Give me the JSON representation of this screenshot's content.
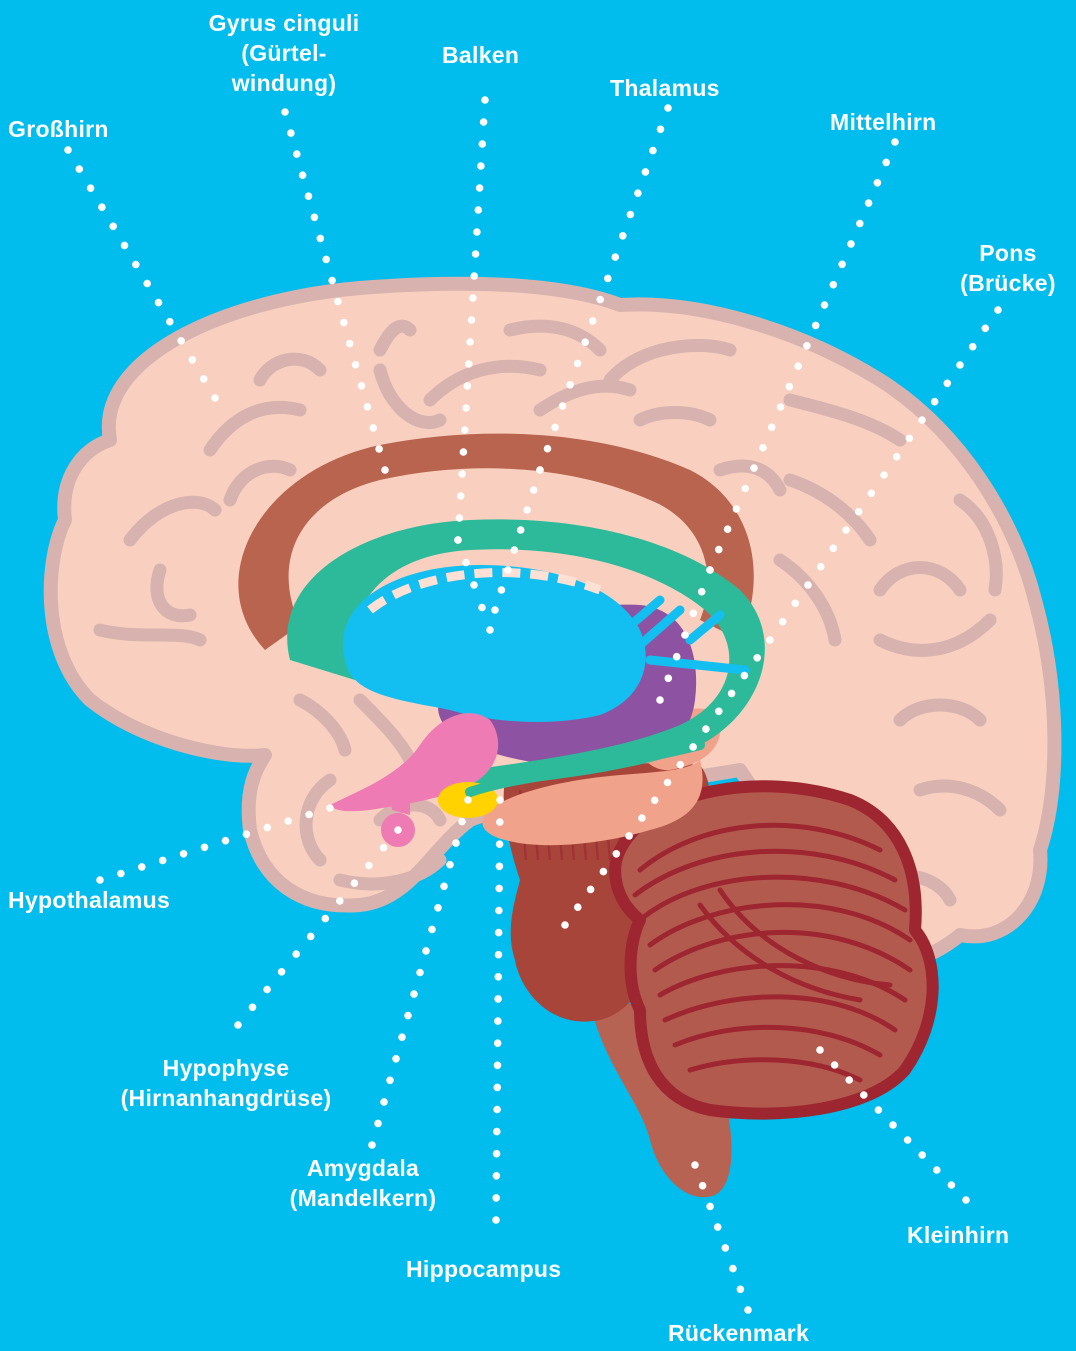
{
  "colors": {
    "background": "#00BDEE",
    "cortex": "#F9D0BF",
    "cortex_outline": "#D7B2AE",
    "corpus_callosum": "#B8644F",
    "cingulum": "#2DBA9A",
    "thalamus": "#13BFF0",
    "midbrain": "#8E52A3",
    "hypothalamus": "#EE7BB3",
    "amygdala": "#FFD200",
    "pons": "#F1A28B",
    "brainstem": "#A8453A",
    "cerebellum": "#B25A4E",
    "cerebellum_lines": "#9D2630",
    "spinal_cord": "#B76354",
    "label": "#FFFFFF"
  },
  "labels": {
    "grosshirn": "Großhirn",
    "gyrus": [
      "Gyrus cinguli",
      "(Gürtel-",
      "windung)"
    ],
    "balken": "Balken",
    "thalamus": "Thalamus",
    "mittelhirn": "Mittelhirn",
    "pons": [
      "Pons",
      "(Brücke)"
    ],
    "hypothalamus": "Hypothalamus",
    "hypophyse": [
      "Hypophyse",
      "(Hirnanhangdrüse)"
    ],
    "amygdala": [
      "Amygdala",
      "(Mandelkern)"
    ],
    "hippocampus": "Hippocampus",
    "kleinhirn": "Kleinhirn",
    "rueckenmark": "Rückenmark"
  }
}
